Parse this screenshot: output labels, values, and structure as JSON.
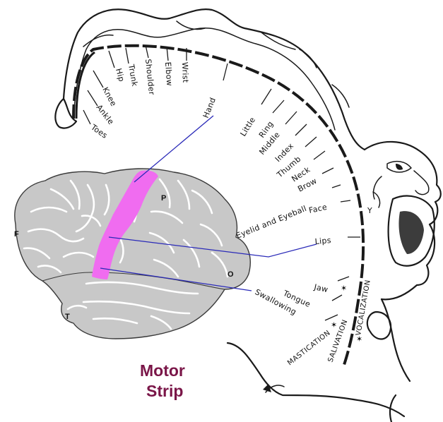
{
  "labels": {
    "toes": "Toes",
    "ankle": "Ankle",
    "knee": "Knee",
    "hip": "Hip",
    "trunk": "Trunk",
    "shoulder": "Shoulder",
    "elbow": "Elbow",
    "wrist": "Wrist",
    "hand": "Hand",
    "little": "Little",
    "ring": "Ring",
    "middle": "Middle",
    "index": "Index",
    "thumb": "Thumb",
    "neck": "Neck",
    "brow": "Brow",
    "eyelid": "Eyelid and Eyeball",
    "face": "Face",
    "lips": "Lips",
    "jaw": "Jaw",
    "tongue": "Tongue",
    "swallowing": "Swallowing",
    "mastication": "MASTICATION",
    "salivation": "SALIVATION",
    "vocalization": "VOCALIZATION"
  },
  "lobes": {
    "frontal": "F",
    "parietal": "P",
    "occipital": "O",
    "temporal": "T"
  },
  "title": {
    "line1": "Motor",
    "line2": "Strip",
    "color": "#7a1648"
  },
  "colors": {
    "motor_strip": "#f06cf0",
    "brain": "#c8c8c8",
    "pointer": "#2a2ab8"
  }
}
